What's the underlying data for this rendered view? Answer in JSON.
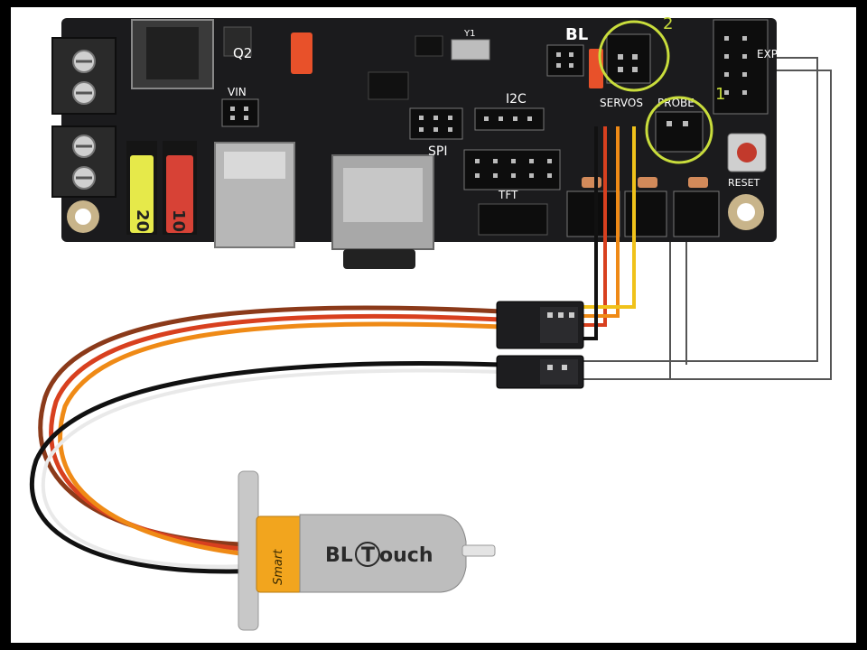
{
  "board": {
    "labels": {
      "q2": "Q2",
      "vin": "VIN",
      "spi": "SPI",
      "i2c": "I2C",
      "tft": "TFT",
      "servos": "SERVOS",
      "probe": "PROBE",
      "reset": "RESET",
      "exp": "EXP",
      "bl": "BL",
      "y1": "Y1",
      "fuse_a": "20",
      "fuse_b": "10"
    }
  },
  "callouts": {
    "one": "1",
    "two": "2"
  },
  "probe": {
    "brand_bl": "BL",
    "brand_t": "T",
    "brand_rest": "ouch",
    "sleeve_text": "Smart"
  },
  "colors": {
    "pcb": "#1b1b1d",
    "callout_circle": "#c9dd3c",
    "wire_brown": "#8b3a1a",
    "wire_red": "#d8401f",
    "wire_orange": "#ef8a16",
    "wire_yellow": "#f0c21b",
    "wire_black": "#111111",
    "wire_white": "#e9e9e9",
    "guide_line": "#555555"
  }
}
